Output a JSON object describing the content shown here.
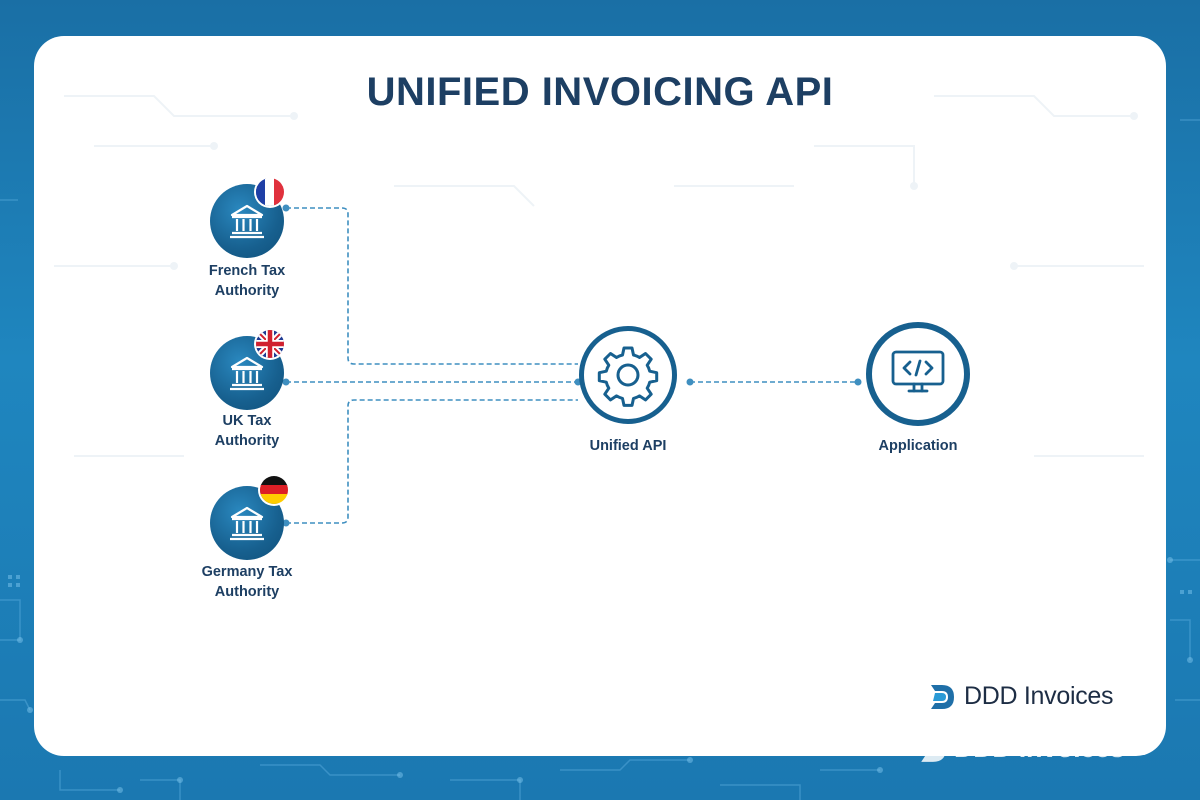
{
  "title": "UNIFIED INVOICING API",
  "nodes": {
    "france": {
      "label_line1": "French Tax",
      "label_line2": "Authority",
      "flag": "france-flag"
    },
    "uk": {
      "label_line1": "UK Tax",
      "label_line2": "Authority",
      "flag": "uk-flag"
    },
    "germany": {
      "label_line1": "Germany Tax",
      "label_line2": "Authority",
      "flag": "germany-flag"
    },
    "hub": {
      "label": "Unified API",
      "icon": "gear-icon"
    },
    "app": {
      "label": "Application",
      "icon": "code-monitor-icon"
    }
  },
  "brand": {
    "name": "DDD Invoices",
    "icon": "ddd-logo-icon"
  },
  "colors": {
    "primary": "#17608f",
    "title": "#1d3f63",
    "connector": "#3f8fc0",
    "background": "#1f86bf"
  }
}
